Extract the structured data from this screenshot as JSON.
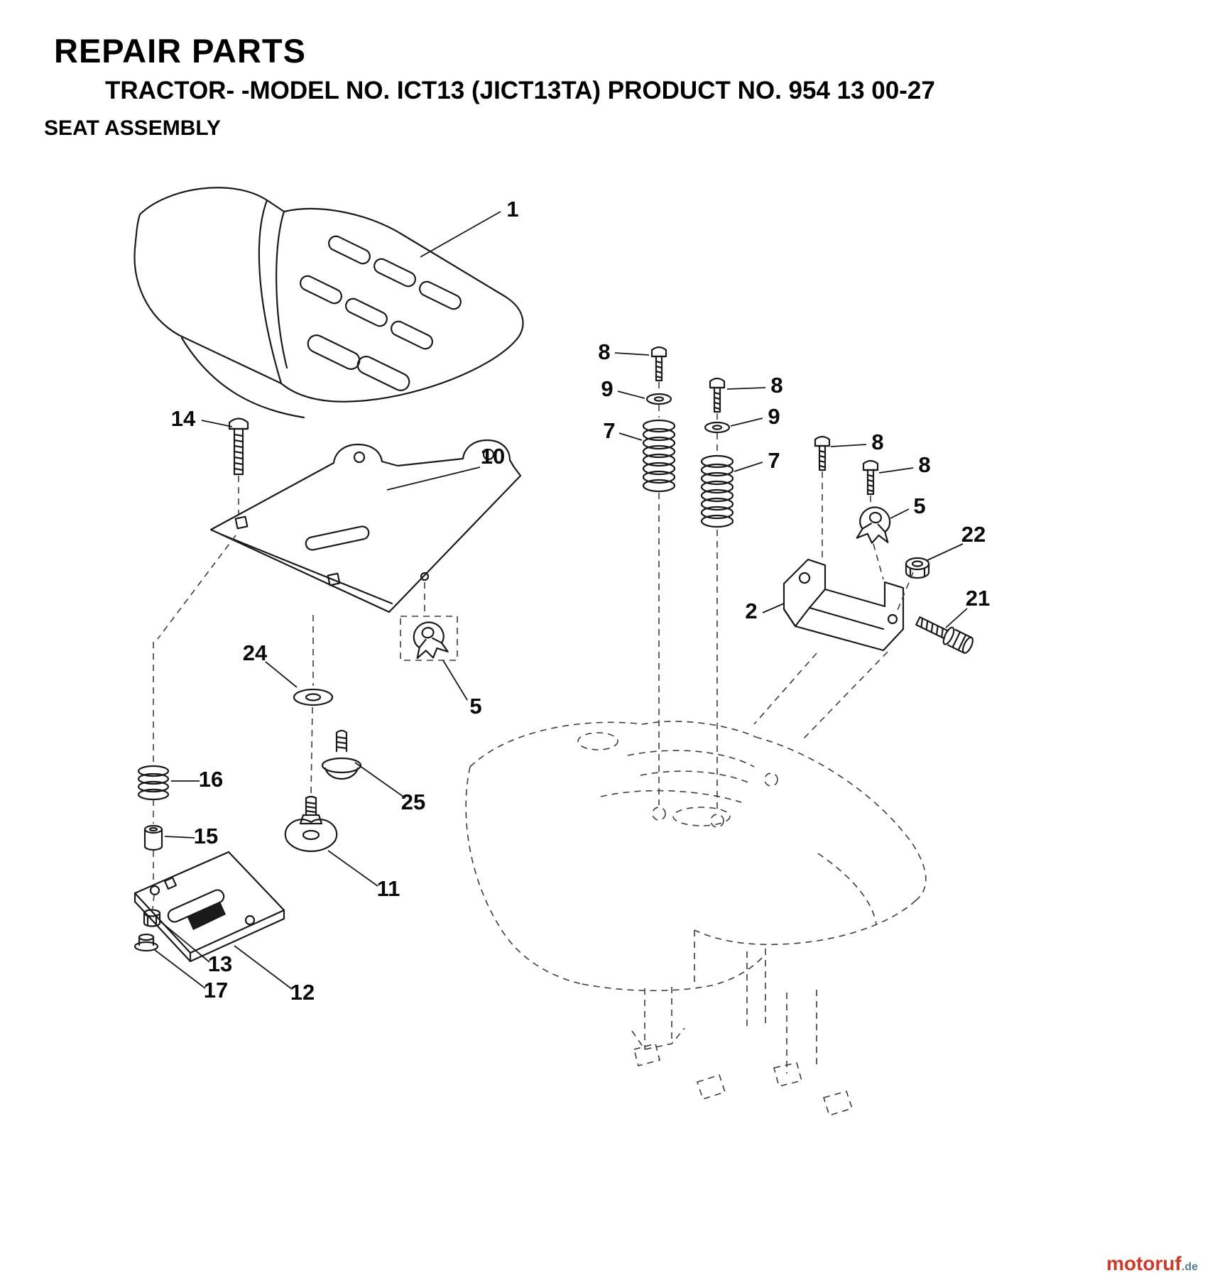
{
  "header": {
    "title": "REPAIR PARTS",
    "subtitle": "TRACTOR- -MODEL NO. ICT13 (JICT13TA) PRODUCT NO. 954 13 00-27",
    "section": "SEAT ASSEMBLY"
  },
  "callouts": {
    "c1": "1",
    "c14": "14",
    "c10": "10",
    "c8a": "8",
    "c9a": "9",
    "c7a": "7",
    "c8b": "8",
    "c9b": "9",
    "c7b": "7",
    "c8c": "8",
    "c8d": "8",
    "c5a": "5",
    "c22": "22",
    "c2": "2",
    "c21": "21",
    "c24": "24",
    "c5b": "5",
    "c25": "25",
    "c16": "16",
    "c15": "15",
    "c11": "11",
    "c12": "12",
    "c13": "13",
    "c17": "17"
  },
  "colors": {
    "line": "#1a1a1a",
    "dashed_line": "#3c3c3c",
    "watermark_brand": "#cc3a28",
    "watermark_tld": "#5a7d8c"
  },
  "watermark": {
    "brand": "motoruf",
    "tld": ".de"
  }
}
